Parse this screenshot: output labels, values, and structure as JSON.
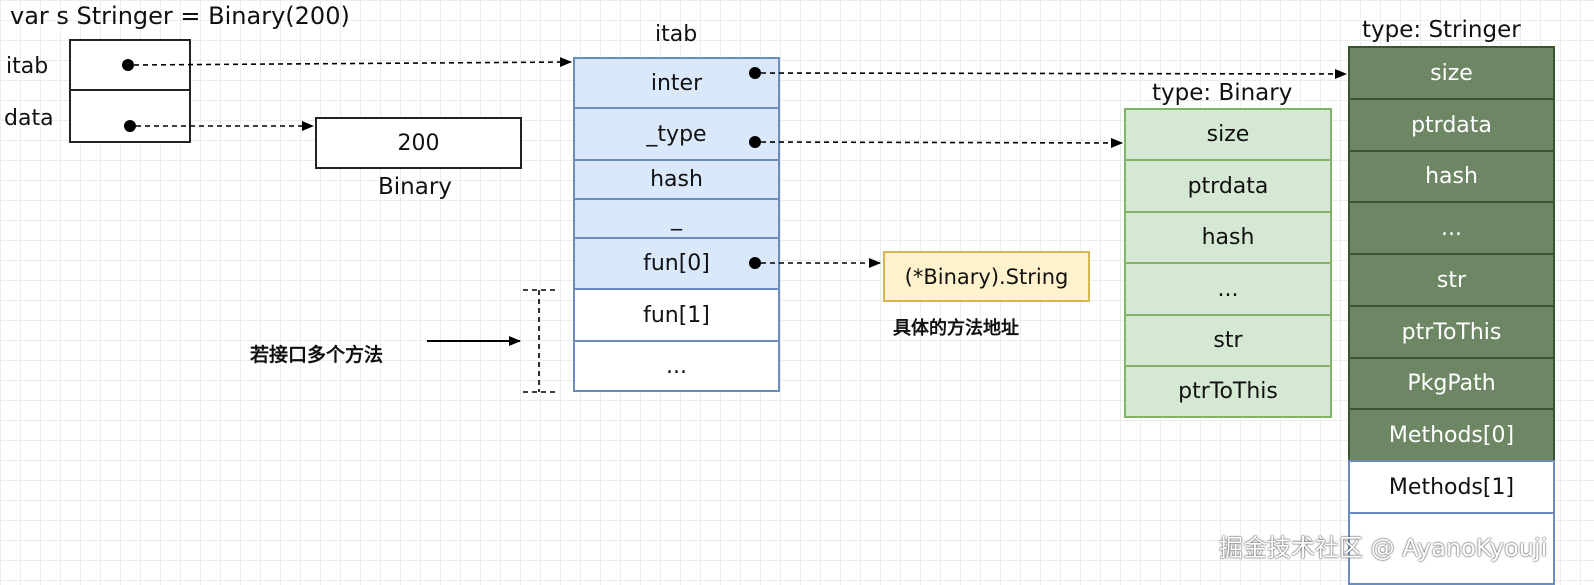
{
  "header": {
    "code": "var s Stringer = Binary(200)"
  },
  "iface": {
    "itab_label": "itab",
    "data_label": "data"
  },
  "binary_value": {
    "value": "200",
    "caption": "Binary"
  },
  "itab": {
    "title": "itab",
    "fields": [
      "inter",
      "_type",
      "hash",
      "_",
      "fun[0]",
      "fun[1]",
      "..."
    ]
  },
  "method_addr": {
    "value": "(*Binary).String",
    "caption": "具体的方法地址"
  },
  "note": {
    "text": "若接口多个方法"
  },
  "type_binary": {
    "title": "type: Binary",
    "fields": [
      "size",
      "ptrdata",
      "hash",
      "...",
      "str",
      "ptrToThis"
    ]
  },
  "type_stringer": {
    "title": "type: Stringer",
    "fields": [
      "size",
      "ptrdata",
      "hash",
      "...",
      "str",
      "ptrToThis",
      "PkgPath",
      "Methods[0]",
      "Methods[1]",
      ""
    ]
  },
  "watermark": "掘金技术社区 @ AyanoKyouji",
  "colors": {
    "itab_fill": "#dae8fc",
    "itab_stroke": "#6c8ebf",
    "binary_fill": "#d5e8d4",
    "binary_stroke": "#82b366",
    "stringer_fill": "#6d8764",
    "stringer_stroke": "#3a5431",
    "method_fill": "#fff2cc",
    "method_stroke": "#d6b656"
  }
}
